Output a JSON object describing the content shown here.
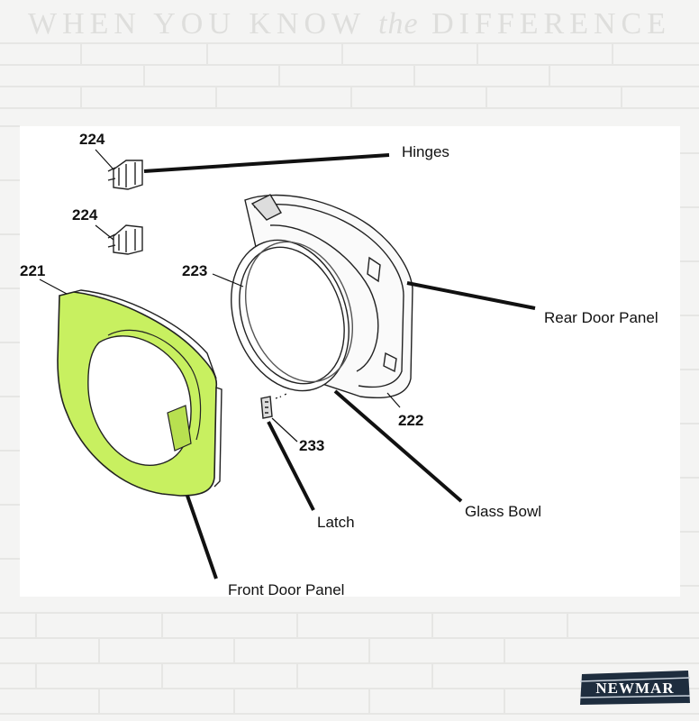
{
  "tagline": {
    "part1": "WHEN YOU KNOW",
    "part2": "the",
    "part3": "DIFFERENCE"
  },
  "brand": {
    "name": "NEWMAR"
  },
  "colors": {
    "highlight": "#c8f060",
    "line": "#111111",
    "background": "#f4f4f3",
    "panel": "#ffffff"
  },
  "parts": {
    "hinge_top_num": "224",
    "hinge_bottom_num": "224",
    "front_panel_num": "221",
    "glass_bowl_num": "223",
    "rear_panel_num": "222",
    "latch_num": "233"
  },
  "labels": {
    "hinges": "Hinges",
    "rear_door_panel": "Rear Door Panel",
    "glass_bowl": "Glass Bowl",
    "latch": "Latch",
    "front_door_panel": "Front Door Panel"
  }
}
